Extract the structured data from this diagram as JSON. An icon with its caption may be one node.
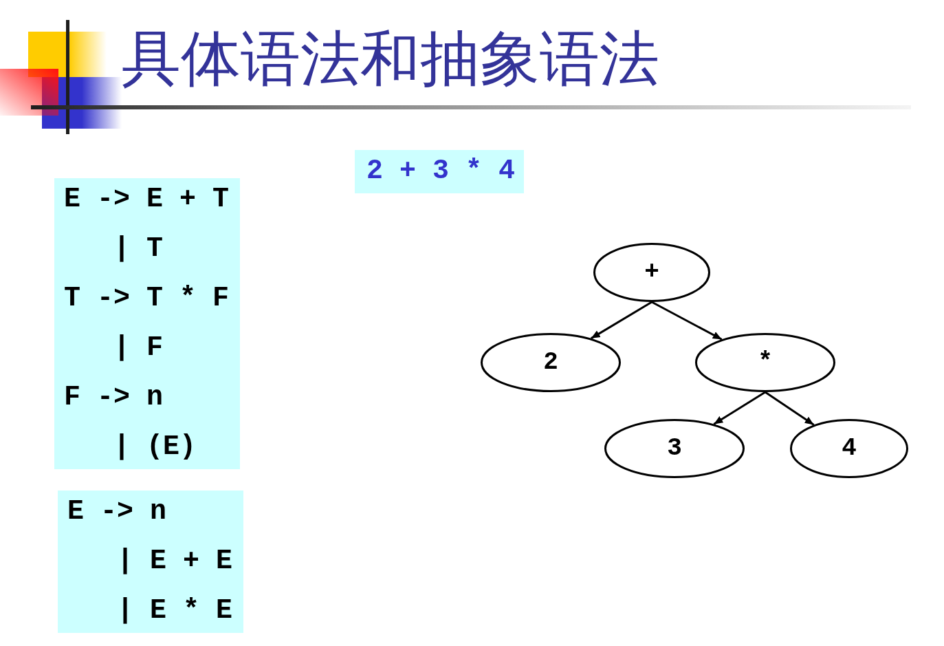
{
  "diagram": {
    "title": "具体语法和抽象语法",
    "nodes": [
      {
        "text": [
          "2 + 3 * 4"
        ]
      },
      {
        "text": [
          "E -> E + T",
          "| T",
          "T -> T * F",
          "| F",
          "F -> n",
          "| (E)"
        ]
      },
      {
        "text": [
          "E -> n",
          "| E + E",
          "| E * E"
        ]
      },
      {
        "text": [
          "+"
        ]
      },
      {
        "text": [
          "2"
        ]
      },
      {
        "text": [
          "*"
        ]
      },
      {
        "text": [
          "3"
        ]
      },
      {
        "text": [
          "4"
        ]
      }
    ],
    "edges": [
      {
        "from": 3,
        "to": 4,
        "arrow": "to"
      },
      {
        "from": 3,
        "to": 5,
        "arrow": "to"
      },
      {
        "from": 5,
        "to": 6,
        "arrow": "to"
      },
      {
        "from": 5,
        "to": 7,
        "arrow": "to"
      }
    ]
  }
}
